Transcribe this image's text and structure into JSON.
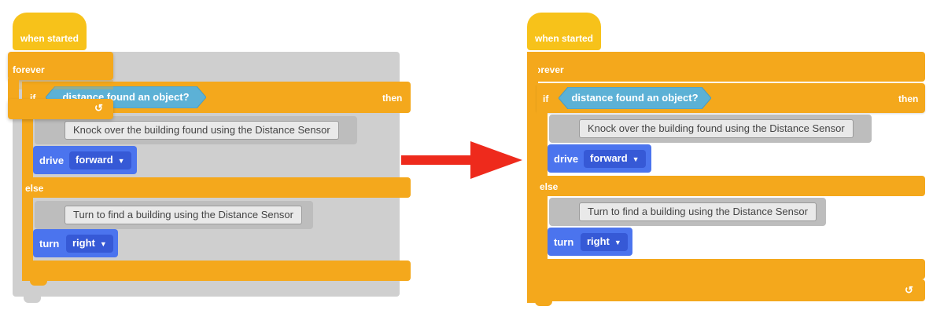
{
  "left": {
    "hat_label": "when started",
    "forever_label": "forever",
    "if_label": "if",
    "condition": "distance found an object?",
    "then_label": "then",
    "comment1": "Knock over the building found using the Distance Sensor",
    "drive_label": "drive",
    "drive_value": "forward",
    "else_label": "else",
    "comment2": "Turn to find a building using the Distance Sensor",
    "turn_label": "turn",
    "turn_value": "right",
    "loop_icon": "↺"
  },
  "right": {
    "hat_label": "when started",
    "forever_label": "forever",
    "if_label": "if",
    "condition": "distance found an object?",
    "then_label": "then",
    "comment1": "Knock over the building found using the Distance Sensor",
    "drive_label": "drive",
    "drive_value": "forward",
    "else_label": "else",
    "comment2": "Turn to find a building using the Distance Sensor",
    "turn_label": "turn",
    "turn_value": "right",
    "loop_icon": "↺"
  },
  "arrow": {
    "color": "#ee2a1c",
    "icon": "right-arrow"
  },
  "colors": {
    "control": "#f4a81c",
    "event": "#f7c21a",
    "sensing": "#5cb1d6",
    "drivetrain": "#4b74ee",
    "comment": "#bdbdbd"
  }
}
